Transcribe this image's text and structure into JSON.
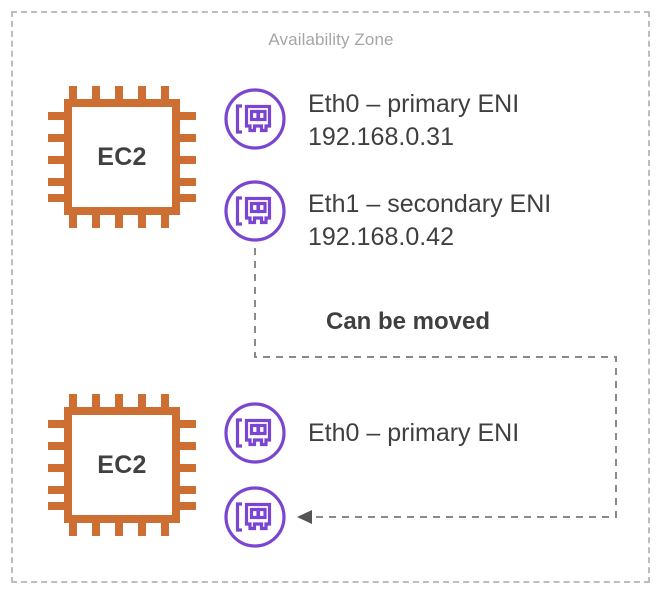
{
  "diagram": {
    "title": "Availability Zone",
    "boundary_color": "#bdbdbd",
    "accent_orange": "#cd6f33",
    "accent_purple": "#7a45d1",
    "text_color": "#3f3f3f",
    "label_color": "#a6a6a6"
  },
  "instances": [
    {
      "id": "ec2-top",
      "label": "EC2",
      "icon": "cpu-chip-icon",
      "interfaces": [
        {
          "icon": "network-interface-icon",
          "name": "Eth0 – primary ENI",
          "ip": "192.168.0.31"
        },
        {
          "icon": "network-interface-icon",
          "name": "Eth1 – secondary ENI",
          "ip": "192.168.0.42"
        }
      ]
    },
    {
      "id": "ec2-bottom",
      "label": "EC2",
      "icon": "cpu-chip-icon",
      "interfaces": [
        {
          "icon": "network-interface-icon",
          "name": "Eth0 – primary ENI",
          "ip": ""
        },
        {
          "icon": "network-interface-icon",
          "name": "",
          "ip": ""
        }
      ]
    }
  ],
  "annotations": {
    "move_label": "Can be moved"
  }
}
